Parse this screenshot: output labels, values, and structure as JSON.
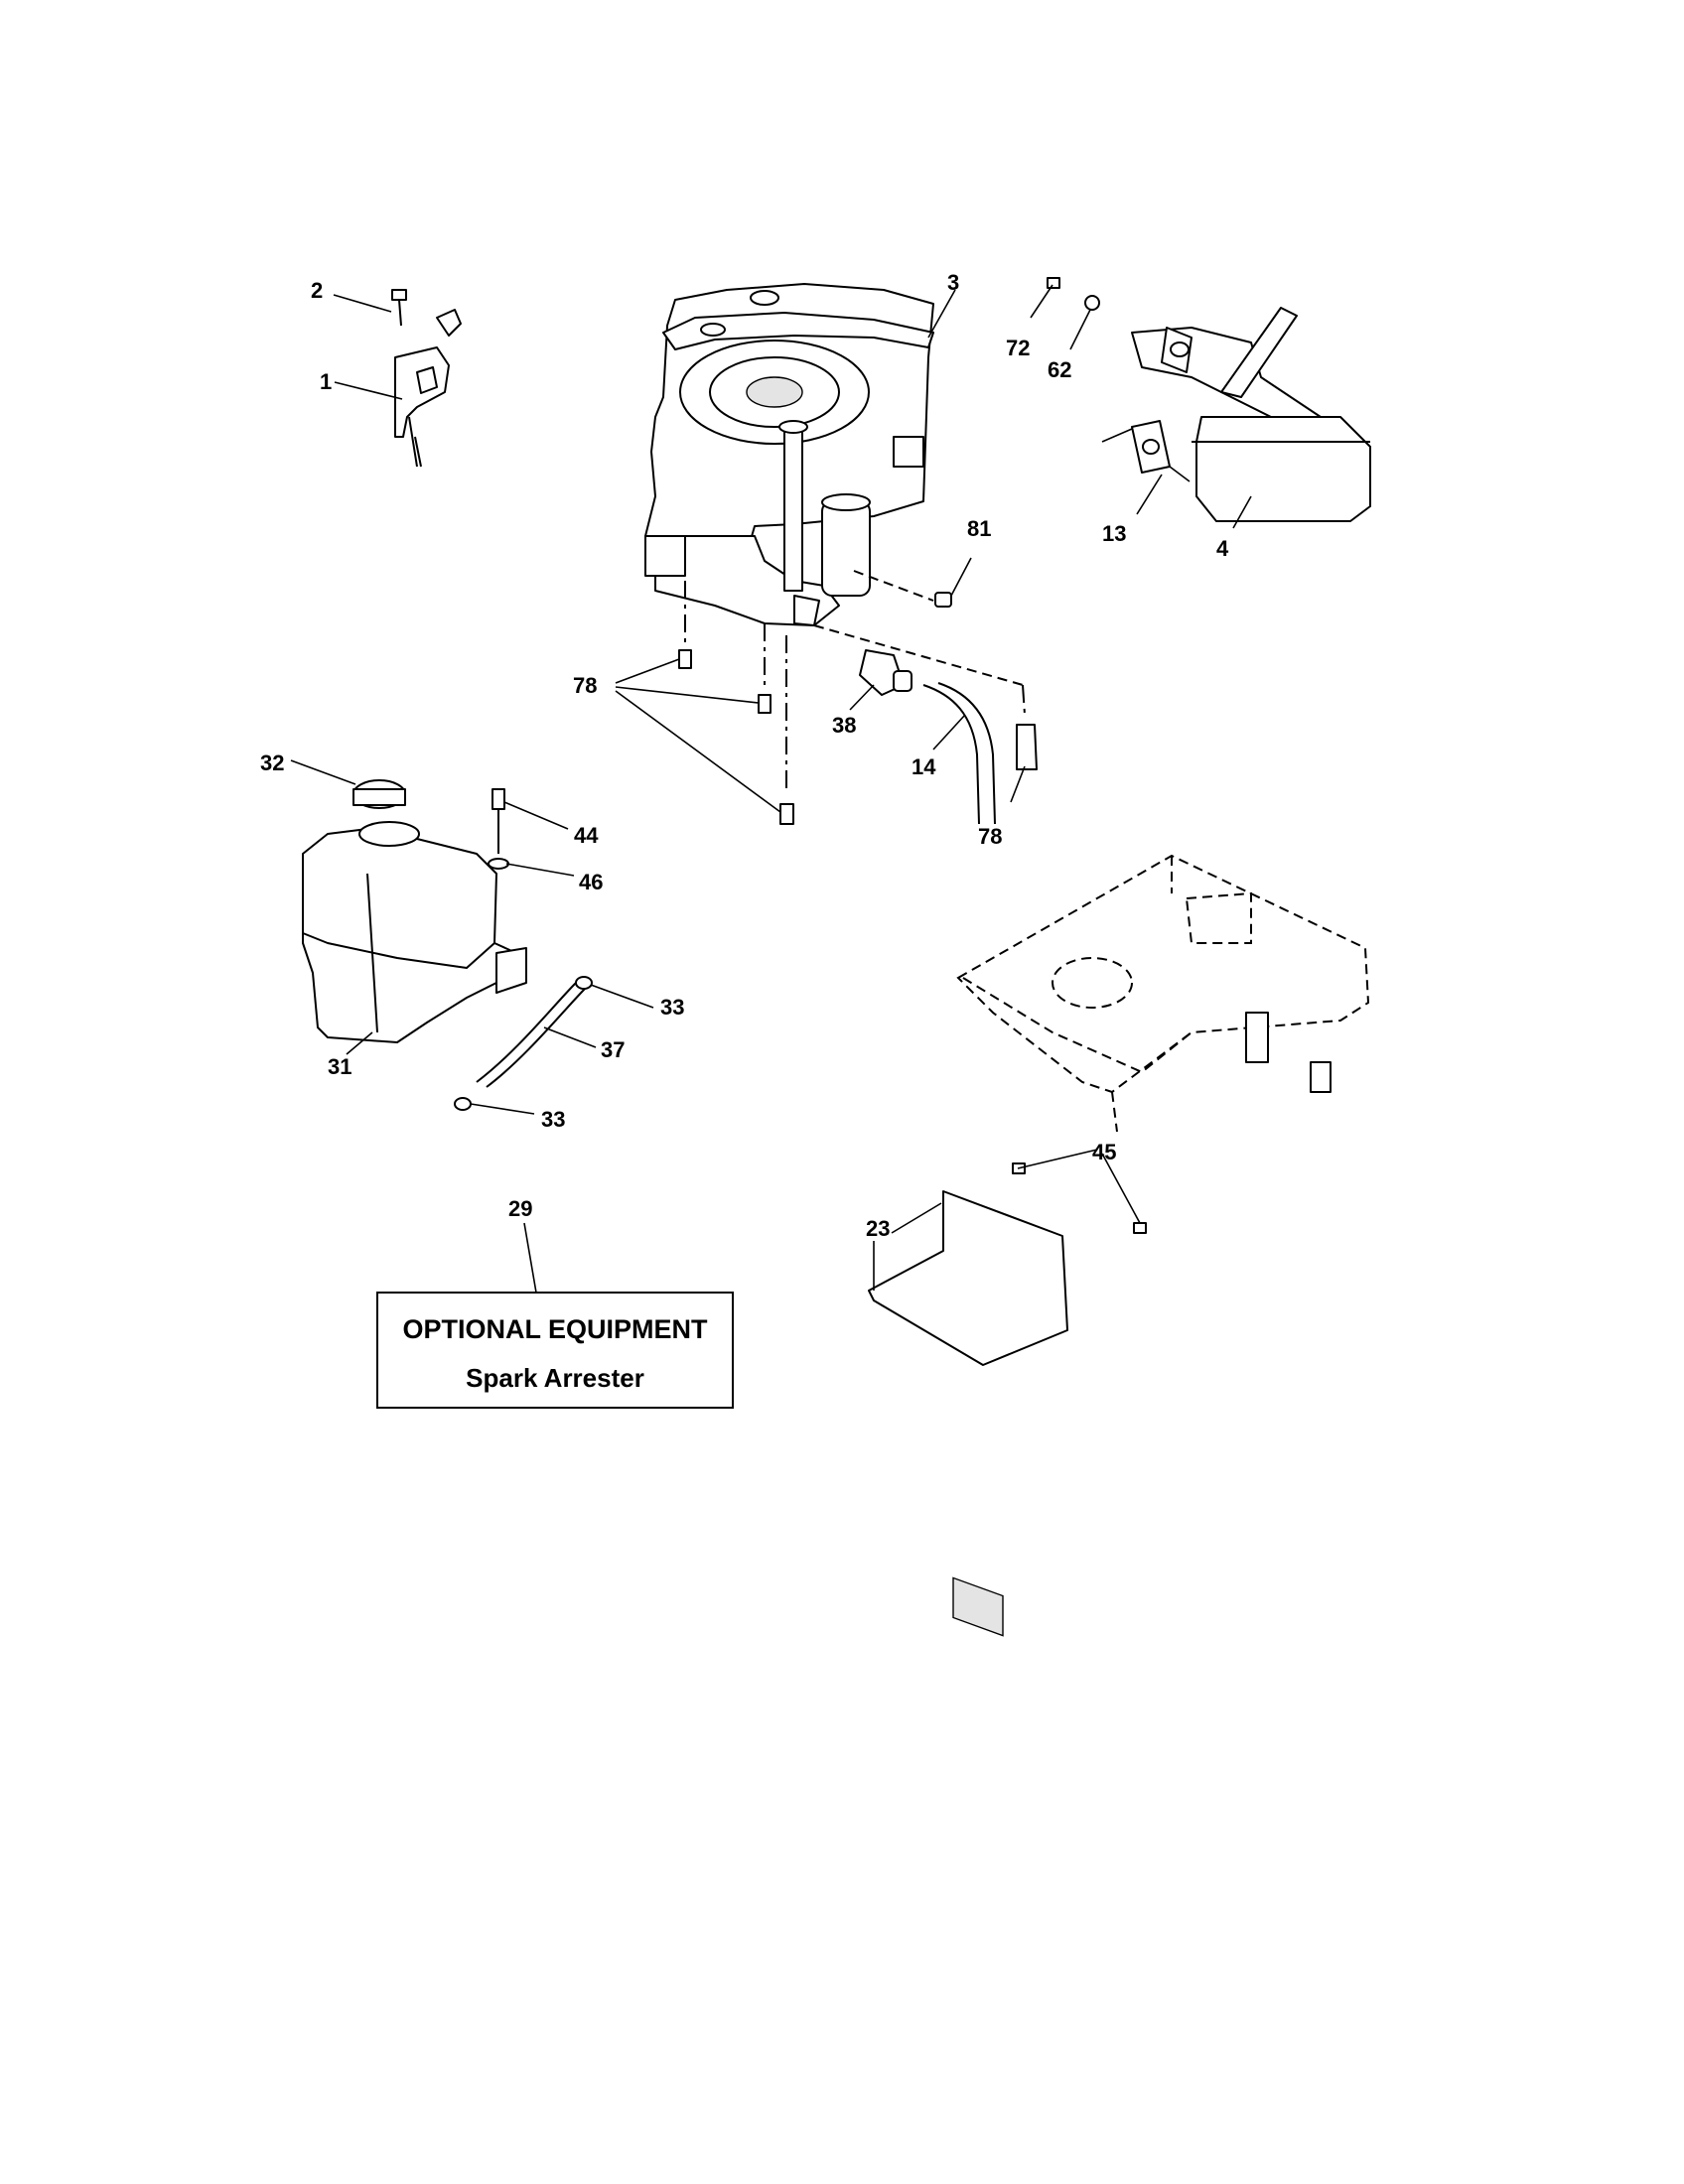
{
  "callouts": {
    "c1": "1",
    "c2": "2",
    "c3": "3",
    "c4": "4",
    "c13": "13",
    "c14": "14",
    "c23": "23",
    "c29": "29",
    "c31": "31",
    "c32": "32",
    "c33a": "33",
    "c33b": "33",
    "c37": "37",
    "c38": "38",
    "c44": "44",
    "c45": "45",
    "c46": "46",
    "c62": "62",
    "c72": "72",
    "c78a": "78",
    "c78b": "78",
    "c81": "81"
  },
  "optional_box": {
    "title": "OPTIONAL EQUIPMENT",
    "subtitle": "Spark Arrester"
  }
}
